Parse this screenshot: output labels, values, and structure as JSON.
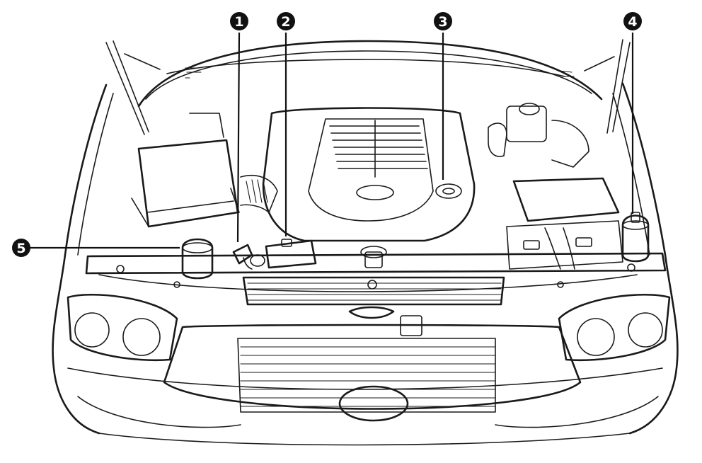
{
  "diagram": {
    "callouts": [
      {
        "id": "1",
        "label": "1"
      },
      {
        "id": "2",
        "label": "2"
      },
      {
        "id": "3",
        "label": "3"
      },
      {
        "id": "4",
        "label": "4"
      },
      {
        "id": "5",
        "label": "5"
      }
    ]
  },
  "colors": {
    "line": "#1a1a1a",
    "background": "#ffffff",
    "callout_fill": "#111111",
    "callout_text": "#ffffff"
  }
}
